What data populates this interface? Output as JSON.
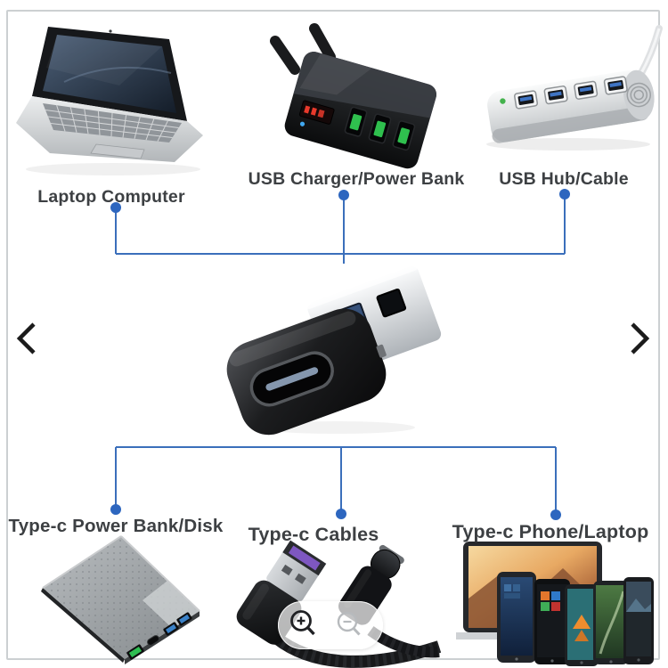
{
  "viewer": {
    "background_color": "#ffffff",
    "frame_color": "#ccd0d2",
    "chevron_color": "#1b1b1b"
  },
  "infographic": {
    "connector_color": "#3b6fbb",
    "dot_color": "#2d66bf",
    "top_items": [
      {
        "id": "laptop-computer",
        "label": "Laptop Computer",
        "image": "silver-netbook-laptop"
      },
      {
        "id": "usb-charger-power-bank",
        "label": "USB Charger/Power Bank",
        "image": "black-3-port-usb-wall-charger-with-led-display"
      },
      {
        "id": "usb-hub-cable",
        "label": "USB Hub/Cable",
        "image": "aluminum-4-port-usb-hub-with-cable"
      }
    ],
    "bottom_items": [
      {
        "id": "type-c-power-bank-disk",
        "label": "Type-c Power Bank/Disk",
        "image": "gray-textured-power-bank"
      },
      {
        "id": "type-c-cables",
        "label": "Type-c Cables",
        "image": "usb-a-to-usb-c-black-braided-cable"
      },
      {
        "id": "type-c-phone-laptop",
        "label": "Type-c Phone/Laptop",
        "image": "macbook-with-five-smartphones"
      }
    ],
    "center_image": "usb-c-female-to-usb-a-male-adapter"
  },
  "controls": {
    "prev_icon": "chevron-left",
    "next_icon": "chevron-right",
    "zoom_in_icon": "magnifier-plus",
    "zoom_out_icon": "magnifier-minus"
  }
}
